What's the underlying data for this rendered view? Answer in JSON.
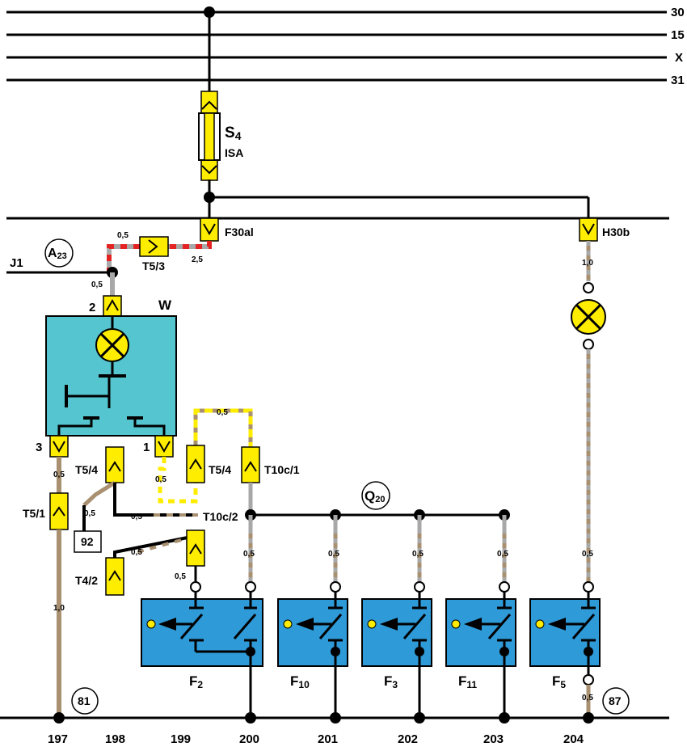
{
  "buses": {
    "b30": "30",
    "b15": "15",
    "bX": "X",
    "b31": "31"
  },
  "fuse": {
    "name": "S",
    "sub": "4",
    "rating": "ISA"
  },
  "connectors": {
    "f30al": "F30al",
    "h30b": "H30b",
    "t5_3": "T5/3",
    "t5_4a": "T5/4",
    "t5_4b": "T5/4",
    "t10c_1": "T10c/1",
    "t10c_2": "T10c/2",
    "t5_1": "T5/1",
    "t4_2": "T4/2"
  },
  "labels": {
    "j1": "J1",
    "a23": "A",
    "a23_sub": "23",
    "w": "W",
    "pin2": "2",
    "pin3": "3",
    "pin1": "1",
    "q20": "Q",
    "q20_sub": "20",
    "box92": "92",
    "c81": "81",
    "c87": "87"
  },
  "wires": {
    "w05a": "0,5",
    "w25": "2,5",
    "w05b": "0,5",
    "w10a": "1,0",
    "w05c": "0,5",
    "w05d": "0,5",
    "w05e": "0,5",
    "w05f": "0,5",
    "w05g": "0,5",
    "w10b": "1,0",
    "w05h": "0,5",
    "w05i": "0,5",
    "w05j": "0,5",
    "w05k": "0,5",
    "w05l": "0,5",
    "w05m": "0,5",
    "w05n": "0,5",
    "w05o": "0,5"
  },
  "switches": [
    {
      "name": "F",
      "sub": "2"
    },
    {
      "name": "F",
      "sub": "10"
    },
    {
      "name": "F",
      "sub": "3"
    },
    {
      "name": "F",
      "sub": "11"
    },
    {
      "name": "F",
      "sub": "5"
    }
  ],
  "columns": [
    "197",
    "198",
    "199",
    "200",
    "201",
    "202",
    "203",
    "204"
  ],
  "colors": {
    "yellow": "#ffed00",
    "teal": "#55c5cf",
    "blue": "#2f9ad8",
    "brown": "#a89070",
    "grey": "#a8a8a8",
    "red": "#e52222"
  }
}
